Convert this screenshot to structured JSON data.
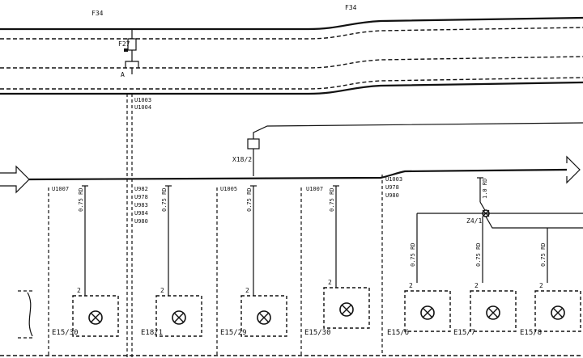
{
  "labels": {
    "f34_left": "F34",
    "f34_right": "F34",
    "fuse": "F27",
    "fuse_point": "A",
    "connector": "X18/2",
    "splice": "Z4/1"
  },
  "wire_groups": {
    "g1": [
      "U1003",
      "U1004"
    ],
    "g2": [
      "U982",
      "U978",
      "U983",
      "U984",
      "U980"
    ],
    "g3": [
      "U1003",
      "U978",
      "U980"
    ]
  },
  "blocks": [
    {
      "tag": "U1007",
      "component": "E15/30",
      "wire": "0.75 RD"
    },
    {
      "tag": "",
      "component": "E18/1",
      "wire": "0.75 RD"
    },
    {
      "tag": "U1005",
      "component": "E15/29",
      "wire": "0.75 RD"
    },
    {
      "tag": "U1007",
      "component": "E15/30",
      "wire": "0.75 RD"
    },
    {
      "tag": "",
      "component": "E15/6",
      "wire": "0.75 RD"
    },
    {
      "tag": "",
      "component": "E15/7",
      "wire": "0.75 RD"
    },
    {
      "tag": "",
      "component": "E15/8",
      "wire": "0.75 RD"
    }
  ],
  "wire_z4": "1.0 RD",
  "pin": "2"
}
